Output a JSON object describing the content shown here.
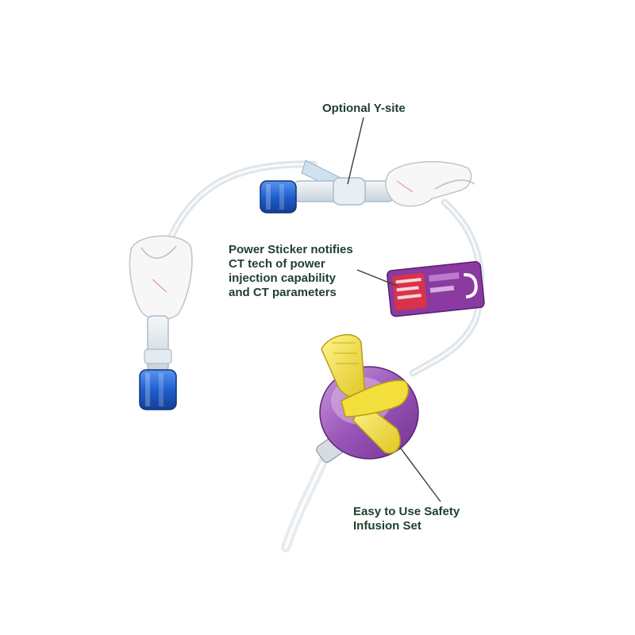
{
  "callouts": {
    "y_site": {
      "lines": [
        "Optional Y-site"
      ]
    },
    "power_sticker": {
      "lines": [
        "Power Sticker notifies",
        "CT tech of power",
        "injection capability",
        "and CT parameters"
      ]
    },
    "infusion_set": {
      "lines": [
        "Easy to Use Safety",
        "Infusion Set"
      ]
    }
  },
  "colors": {
    "label_text": "#1f3f2c",
    "leader_line": "#3a3a3a",
    "connector_blue": "#1f5fd0",
    "butterfly_yellow": "#f2df3b",
    "port_purple": "#9a55b8",
    "sticker_purple": "#8a3aa0",
    "sticker_red": "#d8334a",
    "clamp_white": "#f7f7f7",
    "tubing": "#dfe6ea"
  },
  "icons": [
    "luer-connector-icon",
    "slide-clamp-icon",
    "butterfly-wing-icon",
    "implanted-port-icon",
    "power-sticker-icon"
  ]
}
